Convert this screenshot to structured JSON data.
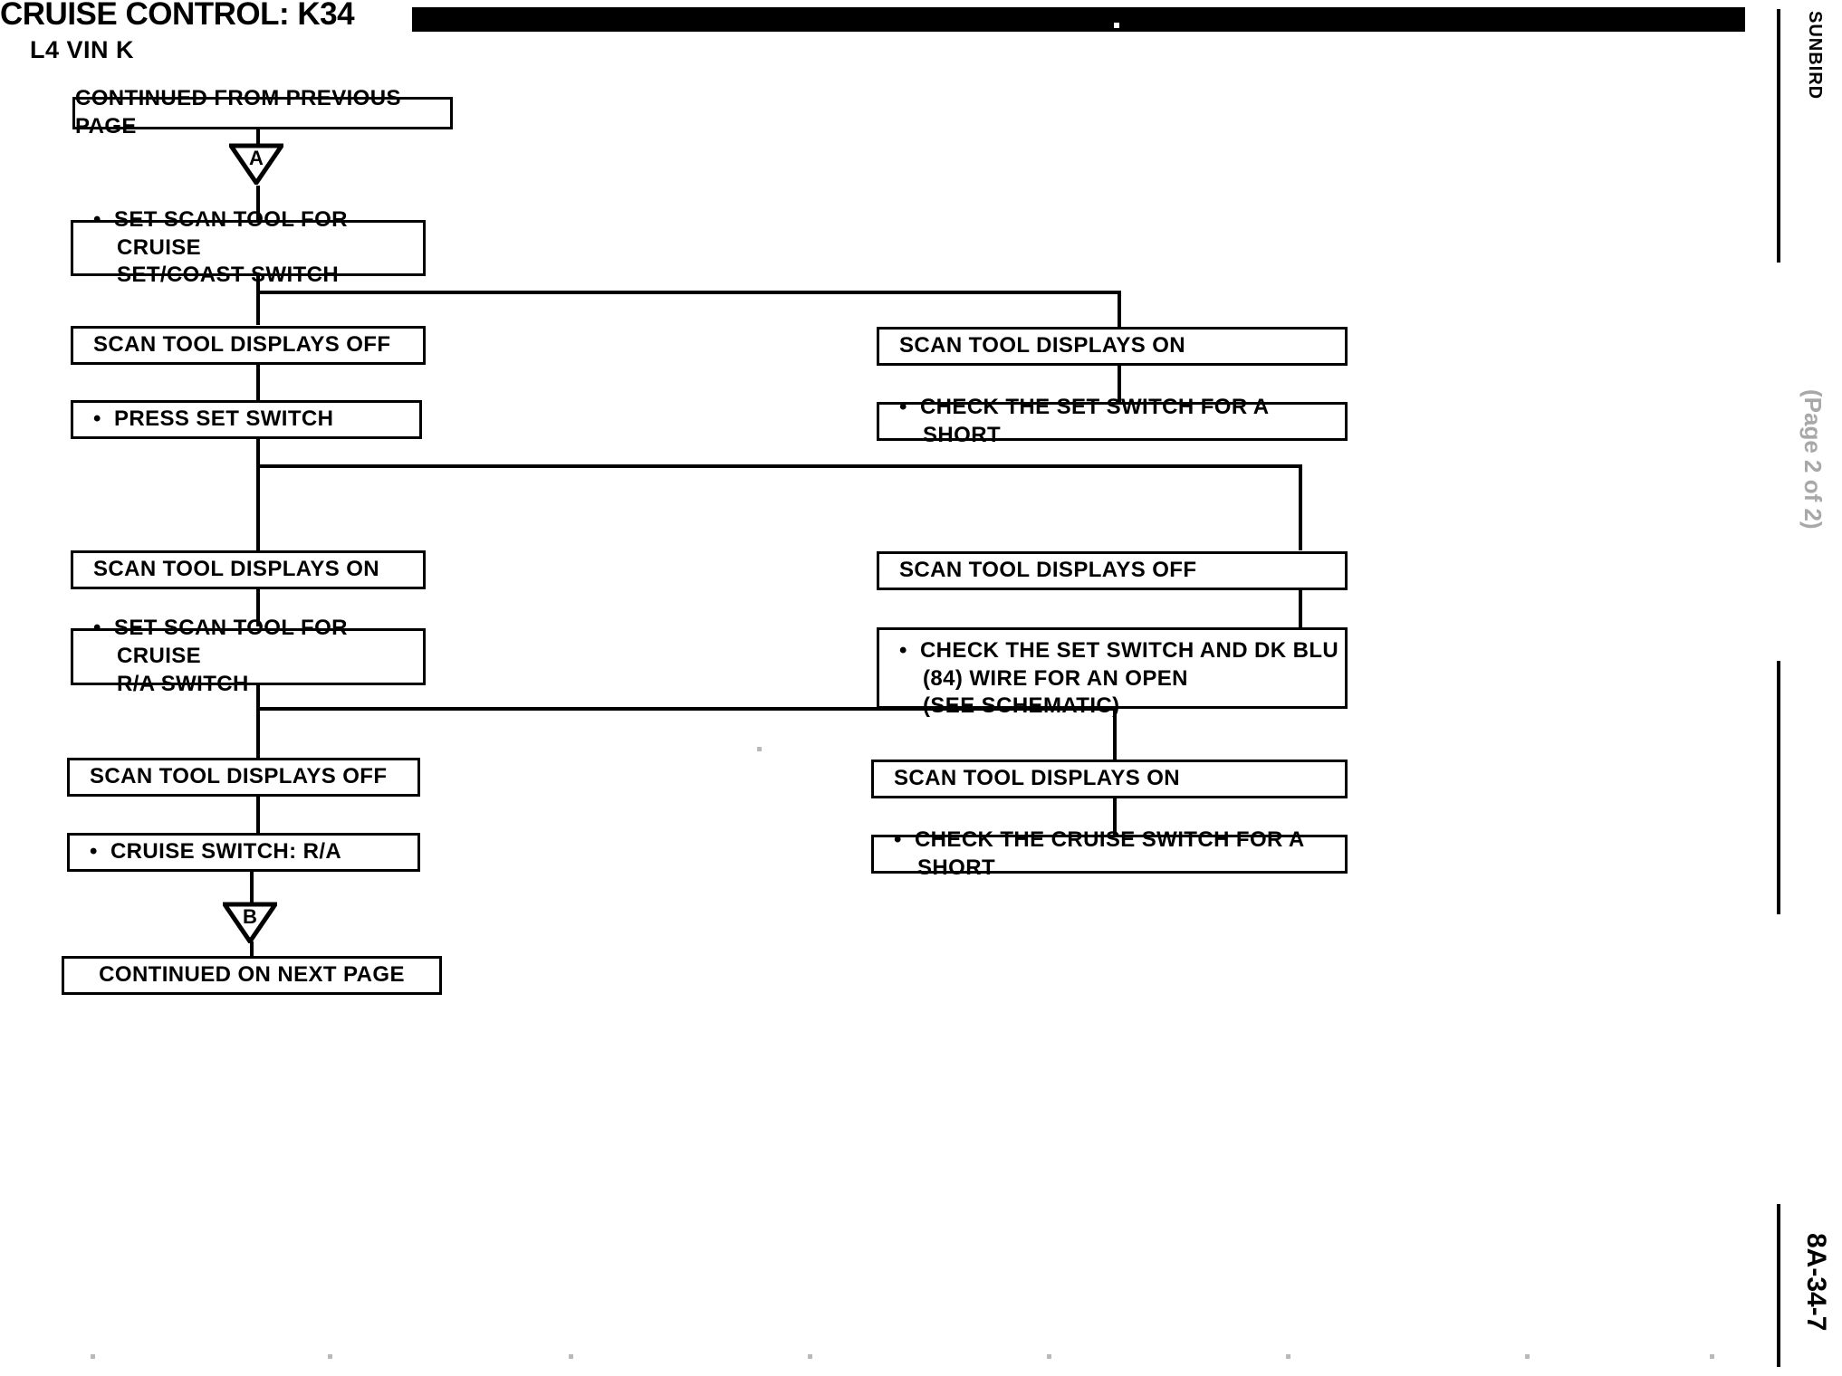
{
  "header": {
    "title": "CRUISE CONTROL: K34",
    "subtitle": "L4 VIN K",
    "bar": "redacted-black-bar"
  },
  "margin": {
    "vehicle": "SUNBIRD",
    "page_number": "8A-34-7",
    "faint_note": "(Page 2 of 2)"
  },
  "connectors": {
    "a": "A",
    "b": "B"
  },
  "flow": {
    "entry": "CONTINUED FROM PREVIOUS PAGE",
    "exit": "CONTINUED ON NEXT PAGE",
    "steps": [
      {
        "id": "step-set-coast",
        "bullet": true,
        "text": "SET SCAN TOOL FOR CRUISE\nSET/COAST SWITCH"
      },
      {
        "id": "result-off-1",
        "bullet": false,
        "text": "SCAN TOOL DISPLAYS OFF"
      },
      {
        "id": "result-on-1",
        "bullet": false,
        "text": "SCAN TOOL DISPLAYS ON"
      },
      {
        "id": "step-press-set",
        "bullet": true,
        "text": "PRESS SET SWITCH"
      },
      {
        "id": "action-set-short",
        "bullet": true,
        "text": "CHECK THE SET SWITCH FOR A SHORT"
      },
      {
        "id": "result-on-2",
        "bullet": false,
        "text": "SCAN TOOL DISPLAYS ON"
      },
      {
        "id": "result-off-2",
        "bullet": false,
        "text": "SCAN TOOL DISPLAYS OFF"
      },
      {
        "id": "step-ra-switch",
        "bullet": true,
        "text": "SET SCAN TOOL FOR CRUISE\nR/A SWITCH"
      },
      {
        "id": "action-set-open",
        "bullet": true,
        "text": "CHECK THE SET SWITCH AND DK BLU\n(84) WIRE FOR AN OPEN\n(SEE SCHEMATIC)"
      },
      {
        "id": "result-off-3",
        "bullet": false,
        "text": "SCAN TOOL DISPLAYS OFF"
      },
      {
        "id": "result-on-3",
        "bullet": false,
        "text": "SCAN TOOL DISPLAYS ON"
      },
      {
        "id": "step-cruise-ra",
        "bullet": true,
        "text": "CRUISE SWITCH: R/A"
      },
      {
        "id": "action-cruise-short",
        "bullet": true,
        "text": "CHECK THE CRUISE SWITCH FOR A SHORT"
      }
    ]
  }
}
